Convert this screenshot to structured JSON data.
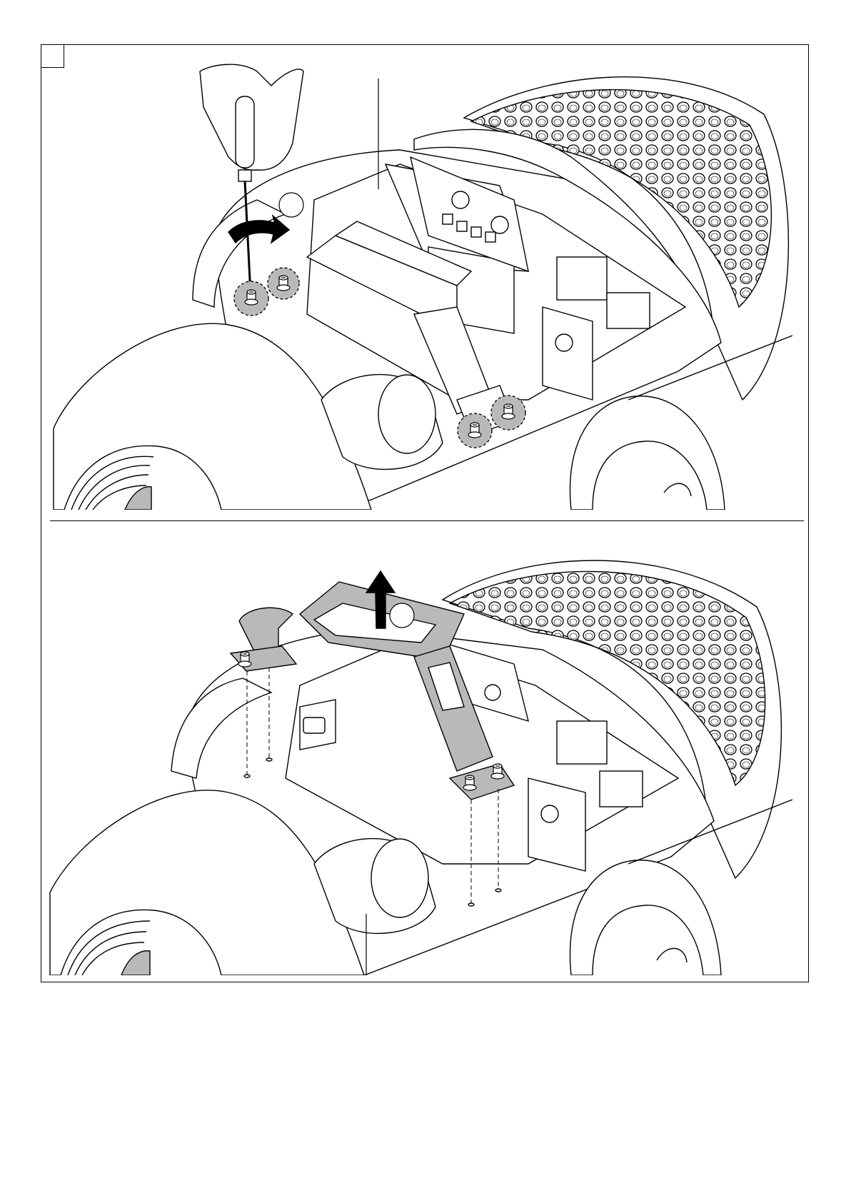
{
  "figure": {
    "step_label": "",
    "panels": [
      {
        "id": "remove-screws",
        "callout": "",
        "screw_count": 4
      },
      {
        "id": "lift-bracket",
        "callout": "",
        "screw_count": 4
      }
    ],
    "colors": {
      "line": "#000000",
      "shading": "#b9b9b9",
      "light_shading": "#e4e4e4",
      "background": "#ffffff"
    }
  }
}
